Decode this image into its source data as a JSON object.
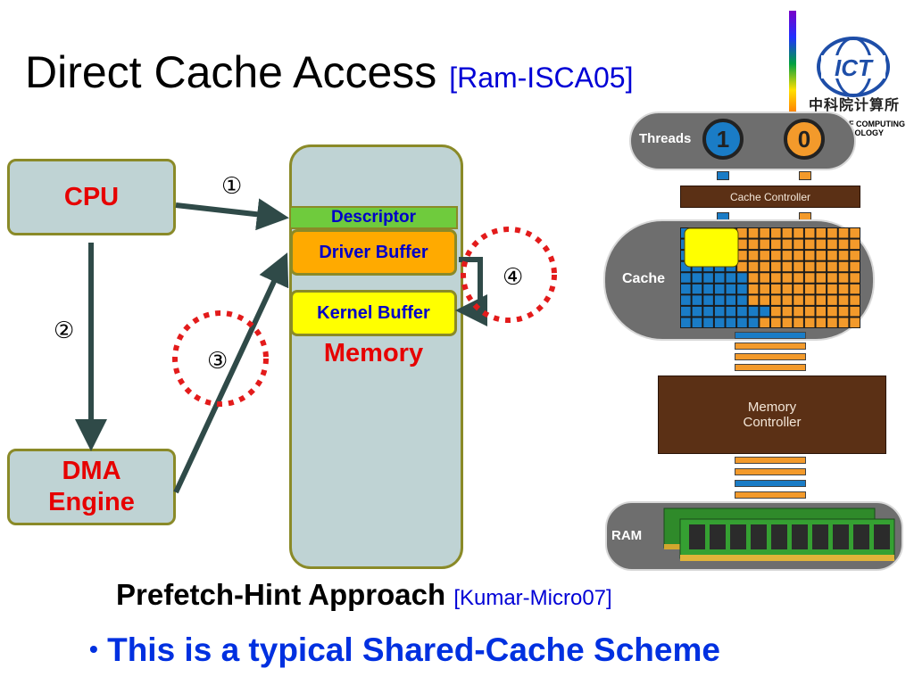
{
  "slide": {
    "title": "Direct Cache Access",
    "title_citation": "[Ram-ISCA05]",
    "footer_line1": "Prefetch-Hint Approach",
    "footer_line1_citation": "[Kumar-Micro07]",
    "footer_line2": "This is a typical Shared-Cache Scheme",
    "bullet": "•"
  },
  "logo": {
    "abbr": "ICT",
    "chinese": "中科院计算所",
    "text_line1": "F COMPUTING",
    "text_line2": "NOLOGY"
  },
  "diagram": {
    "cpu_label": "CPU",
    "dma_label_line1": "DMA",
    "dma_label_line2": "Engine",
    "descriptor_label": "Descriptor",
    "driver_buffer_label": "Driver Buffer",
    "kernel_buffer_label": "Kernel Buffer",
    "memory_label": "Memory",
    "steps": [
      "①",
      "②",
      "③",
      "④"
    ]
  },
  "cache_figure": {
    "threads_label": "Threads",
    "thread_ids": [
      "1",
      "0"
    ],
    "cache_controller_label": "Cache Controller",
    "cache_label": "Cache",
    "memory_controller_line1": "Memory",
    "memory_controller_line2": "Controller",
    "ram_label": "RAM",
    "colors": {
      "thread1": "#1a7cc6",
      "thread0": "#f39a2b",
      "highlight": "#ffff00"
    }
  }
}
